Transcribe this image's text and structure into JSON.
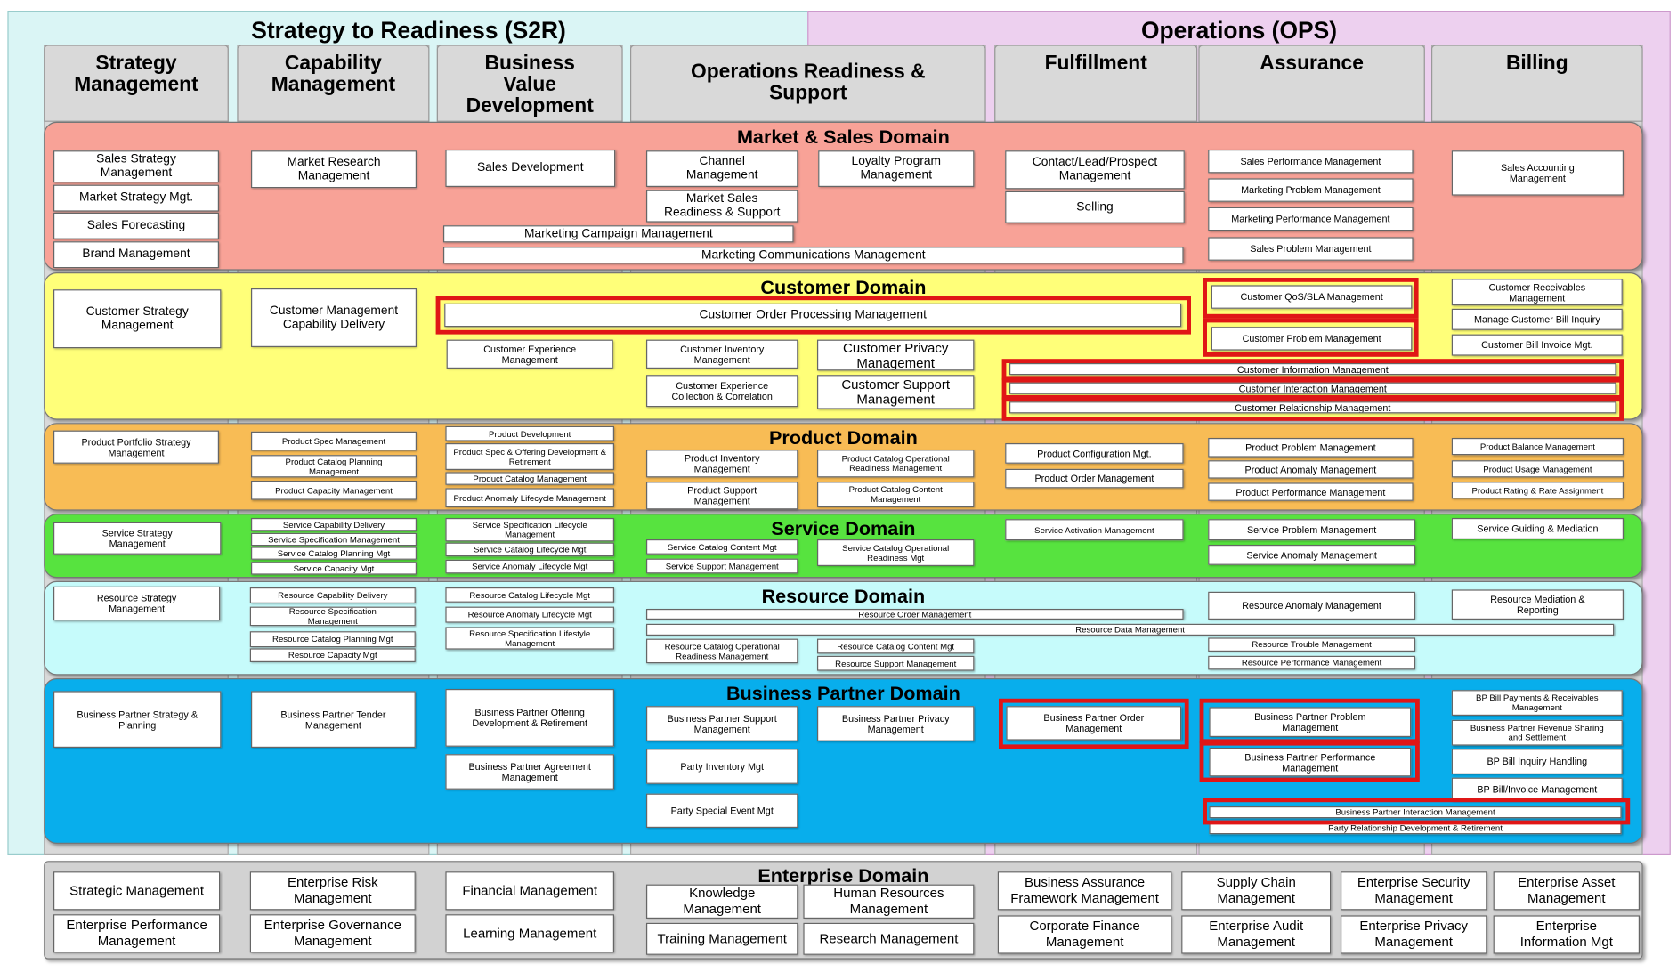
{
  "sections": {
    "s2r_title": "Strategy to Readiness (S2R)",
    "ops_title": "Operations (OPS)"
  },
  "columns": [
    "Strategy\nManagement",
    "Capability\nManagement",
    "Business\nValue\nDevelopment",
    "Operations Readiness &\nSupport",
    "Fulfillment",
    "Assurance",
    "Billing"
  ],
  "domains": [
    "Market & Sales Domain",
    "Customer Domain",
    "Product Domain",
    "Service Domain",
    "Resource Domain",
    "Business Partner Domain",
    "Enterprise Domain"
  ],
  "colors": {
    "s2r_bg": "#daf5f5",
    "ops_bg": "#edd0ef",
    "column_header": "#d9d9d9",
    "market_sales": "#f8a297",
    "customer": "#ffff79",
    "product": "#f8bc55",
    "service": "#57e33f",
    "resource": "#c6fbfb",
    "business_partner": "#08aeec",
    "enterprise": "#d2d2d2",
    "highlight": "#e01616"
  },
  "boxes": [
    {
      "t": "Sales Strategy\nManagement"
    },
    {
      "t": "Market Strategy Mgt."
    },
    {
      "t": "Sales Forecasting"
    },
    {
      "t": "Brand Management"
    },
    {
      "t": "Market Research\nManagement"
    },
    {
      "t": "Sales Development"
    },
    {
      "t": "Channel\nManagement"
    },
    {
      "t": "Loyalty Program\nManagement"
    },
    {
      "t": "Market Sales\nReadiness & Support"
    },
    {
      "t": "Marketing Campaign Management"
    },
    {
      "t": "Marketing Communications Management"
    },
    {
      "t": "Contact/Lead/Prospect\nManagement"
    },
    {
      "t": "Selling"
    },
    {
      "t": "Sales Performance Management"
    },
    {
      "t": "Marketing Problem Management"
    },
    {
      "t": "Marketing Performance Management"
    },
    {
      "t": "Sales Problem Management"
    },
    {
      "t": "Sales Accounting\nManagement"
    },
    {
      "t": "Customer Strategy\nManagement"
    },
    {
      "t": "Customer Management\nCapability Delivery"
    },
    {
      "t": "Customer Order Processing Management"
    },
    {
      "t": "Customer Experience\nManagement"
    },
    {
      "t": "Customer Inventory\nManagement"
    },
    {
      "t": "Customer Privacy\nManagement"
    },
    {
      "t": "Customer Experience\nCollection & Correlation"
    },
    {
      "t": "Customer Support\nManagement"
    },
    {
      "t": "Customer QoS/SLA Management"
    },
    {
      "t": "Customer Problem Management"
    },
    {
      "t": "Customer Receivables\nManagement"
    },
    {
      "t": "Manage Customer Bill Inquiry"
    },
    {
      "t": "Customer Bill Invoice Mgt."
    },
    {
      "t": "Customer Information Management"
    },
    {
      "t": "Customer Interaction Management"
    },
    {
      "t": "Customer Relationship Management"
    },
    {
      "t": "Product Portfolio Strategy\nManagement"
    },
    {
      "t": "Product Spec Management"
    },
    {
      "t": "Product Catalog Planning\nManagement"
    },
    {
      "t": "Product Capacity Management"
    },
    {
      "t": "Product Development"
    },
    {
      "t": "Product Spec & Offering Development &\nRetirement"
    },
    {
      "t": "Product Catalog Management"
    },
    {
      "t": "Product Anomaly Lifecycle Management"
    },
    {
      "t": "Product Inventory\nManagement"
    },
    {
      "t": "Product Catalog Operational\nReadiness Management"
    },
    {
      "t": "Product Support\nManagement"
    },
    {
      "t": "Product Catalog Content\nManagement"
    },
    {
      "t": "Product Configuration Mgt."
    },
    {
      "t": "Product Order Management"
    },
    {
      "t": "Product Problem Management"
    },
    {
      "t": "Product Anomaly Management"
    },
    {
      "t": "Product Performance Management"
    },
    {
      "t": "Product Balance Management"
    },
    {
      "t": "Product Usage Management"
    },
    {
      "t": "Product Rating & Rate Assignment"
    },
    {
      "t": "Service Strategy\nManagement"
    },
    {
      "t": "Service Capability Delivery"
    },
    {
      "t": "Service Specification Management"
    },
    {
      "t": "Service Catalog Planning Mgt"
    },
    {
      "t": "Service Capacity Mgt"
    },
    {
      "t": "Service Specification Lifecycle\nManagement"
    },
    {
      "t": "Service Catalog Lifecycle Mgt"
    },
    {
      "t": "Service Anomaly Lifecycle Mgt"
    },
    {
      "t": "Service Catalog Content Mgt"
    },
    {
      "t": "Service Support Management"
    },
    {
      "t": "Service Catalog Operational\nReadiness Mgt"
    },
    {
      "t": "Service Activation Management"
    },
    {
      "t": "Service Problem Management"
    },
    {
      "t": "Service Anomaly Management"
    },
    {
      "t": "Service Guiding & Mediation"
    },
    {
      "t": "Resource Strategy\nManagement"
    },
    {
      "t": "Resource Capability Delivery"
    },
    {
      "t": "Resource Specification\nManagement"
    },
    {
      "t": "Resource Catalog Planning Mgt"
    },
    {
      "t": "Resource Capacity Mgt"
    },
    {
      "t": "Resource Catalog Lifecycle Mgt"
    },
    {
      "t": "Resource Anomaly Lifecycle Mgt"
    },
    {
      "t": "Resource Specification Lifestyle\nManagement"
    },
    {
      "t": "Resource Order Management"
    },
    {
      "t": "Resource Data Management"
    },
    {
      "t": "Resource Catalog Operational\nReadiness Management"
    },
    {
      "t": "Resource Catalog Content Mgt"
    },
    {
      "t": "Resource Support Management"
    },
    {
      "t": "Resource Anomaly Management"
    },
    {
      "t": "Resource Trouble Management"
    },
    {
      "t": "Resource Performance Management"
    },
    {
      "t": "Resource Mediation &\nReporting"
    },
    {
      "t": "Business Partner Strategy &\nPlanning"
    },
    {
      "t": "Business Partner Tender\nManagement"
    },
    {
      "t": "Business Partner Offering\nDevelopment & Retirement"
    },
    {
      "t": "Business Partner Agreement\nManagement"
    },
    {
      "t": "Business Partner Support\nManagement"
    },
    {
      "t": "Business Partner Privacy\nManagement"
    },
    {
      "t": "Party Inventory Mgt"
    },
    {
      "t": "Party Special Event Mgt"
    },
    {
      "t": "Business Partner Order\nManagement"
    },
    {
      "t": "Business Partner Problem\nManagement"
    },
    {
      "t": "Business Partner Performance\nManagement"
    },
    {
      "t": "Business Partner Interaction Management"
    },
    {
      "t": "Party Relationship Development & Retirement"
    },
    {
      "t": "BP Bill Payments & Receivables\nManagement"
    },
    {
      "t": "Business Partner Revenue Sharing\nand Settlement"
    },
    {
      "t": "BP Bill Inquiry Handling"
    },
    {
      "t": "BP Bill/Invoice Management"
    },
    {
      "t": "Strategic Management"
    },
    {
      "t": "Enterprise Performance\nManagement"
    },
    {
      "t": "Enterprise Risk\nManagement"
    },
    {
      "t": "Enterprise Governance\nManagement"
    },
    {
      "t": "Financial Management"
    },
    {
      "t": "Learning Management"
    },
    {
      "t": "Knowledge\nManagement"
    },
    {
      "t": "Human Resources\nManagement"
    },
    {
      "t": "Training Management"
    },
    {
      "t": "Research Management"
    },
    {
      "t": "Business Assurance\nFramework Management"
    },
    {
      "t": "Corporate Finance\nManagement"
    },
    {
      "t": "Supply Chain\nManagement"
    },
    {
      "t": "Enterprise Audit\nManagement"
    },
    {
      "t": "Enterprise Security\nManagement"
    },
    {
      "t": "Enterprise Privacy\nManagement"
    },
    {
      "t": "Enterprise Asset\nManagement"
    },
    {
      "t": "Enterprise\nInformation Mgt"
    }
  ]
}
